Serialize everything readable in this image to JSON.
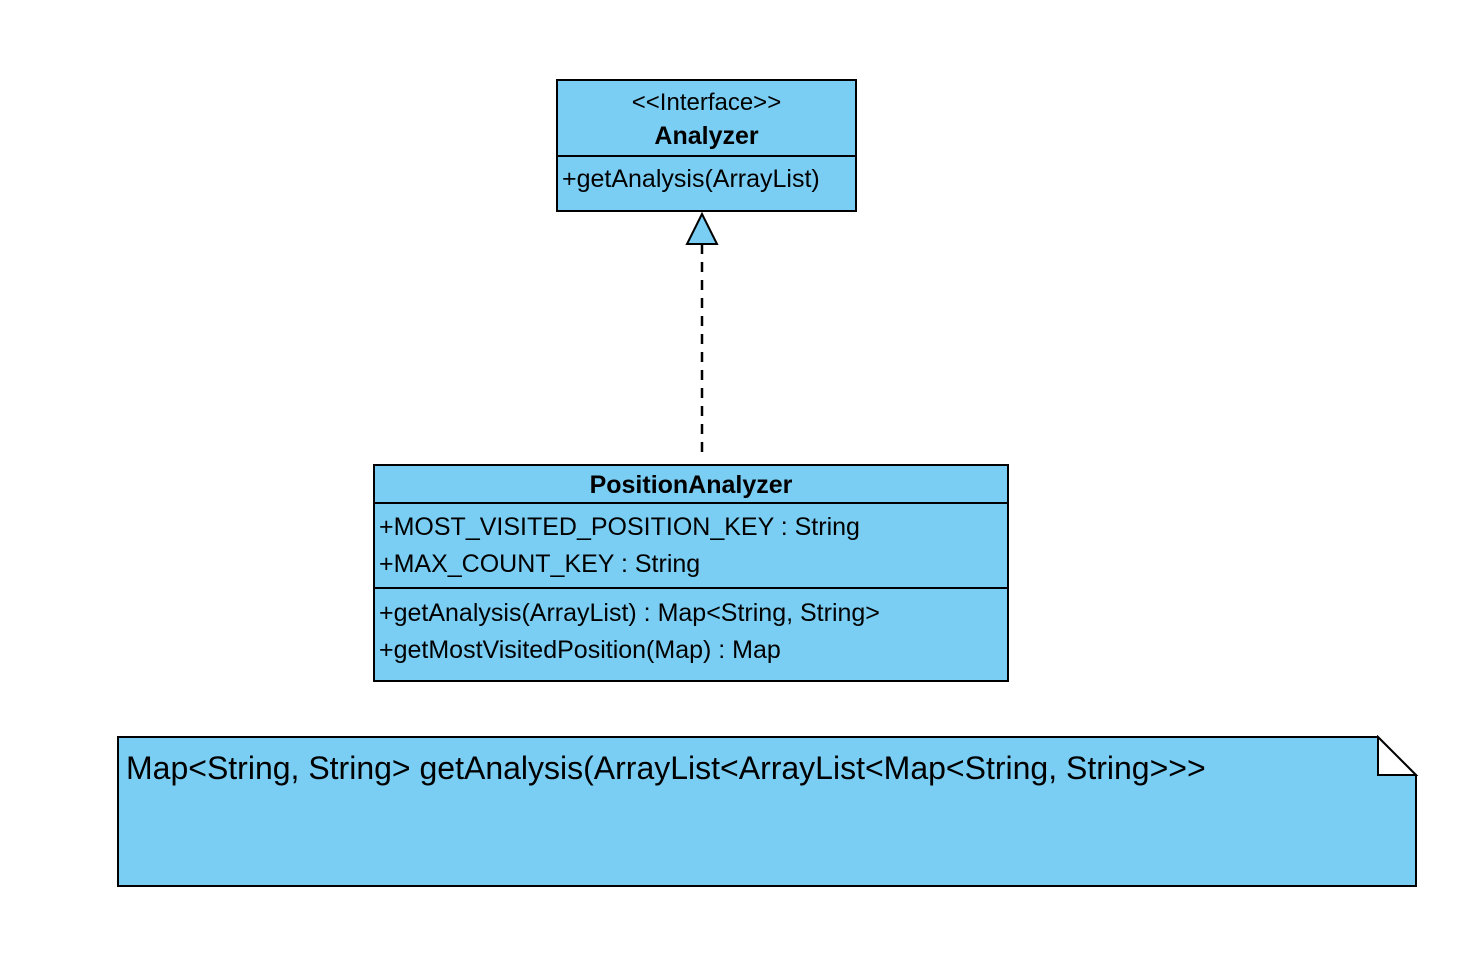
{
  "colors": {
    "fill": "#7ACEF4",
    "stroke": "#000000",
    "background": "#FFFFFF"
  },
  "analyzer": {
    "stereotype": "<<Interface>>",
    "name": "Analyzer",
    "methods": [
      "+getAnalysis(ArrayList)"
    ]
  },
  "position_analyzer": {
    "name": "PositionAnalyzer",
    "attributes": [
      "+MOST_VISITED_POSITION_KEY : String",
      "+MAX_COUNT_KEY : String"
    ],
    "methods": [
      "+getAnalysis(ArrayList) : Map<String, String>",
      "+getMostVisitedPosition(Map) : Map"
    ]
  },
  "relationship": {
    "type": "realization",
    "from": "PositionAnalyzer",
    "to": "Analyzer"
  },
  "note": {
    "text": "Map<String, String> getAnalysis(ArrayList<ArrayList<Map<String, String>>>"
  }
}
